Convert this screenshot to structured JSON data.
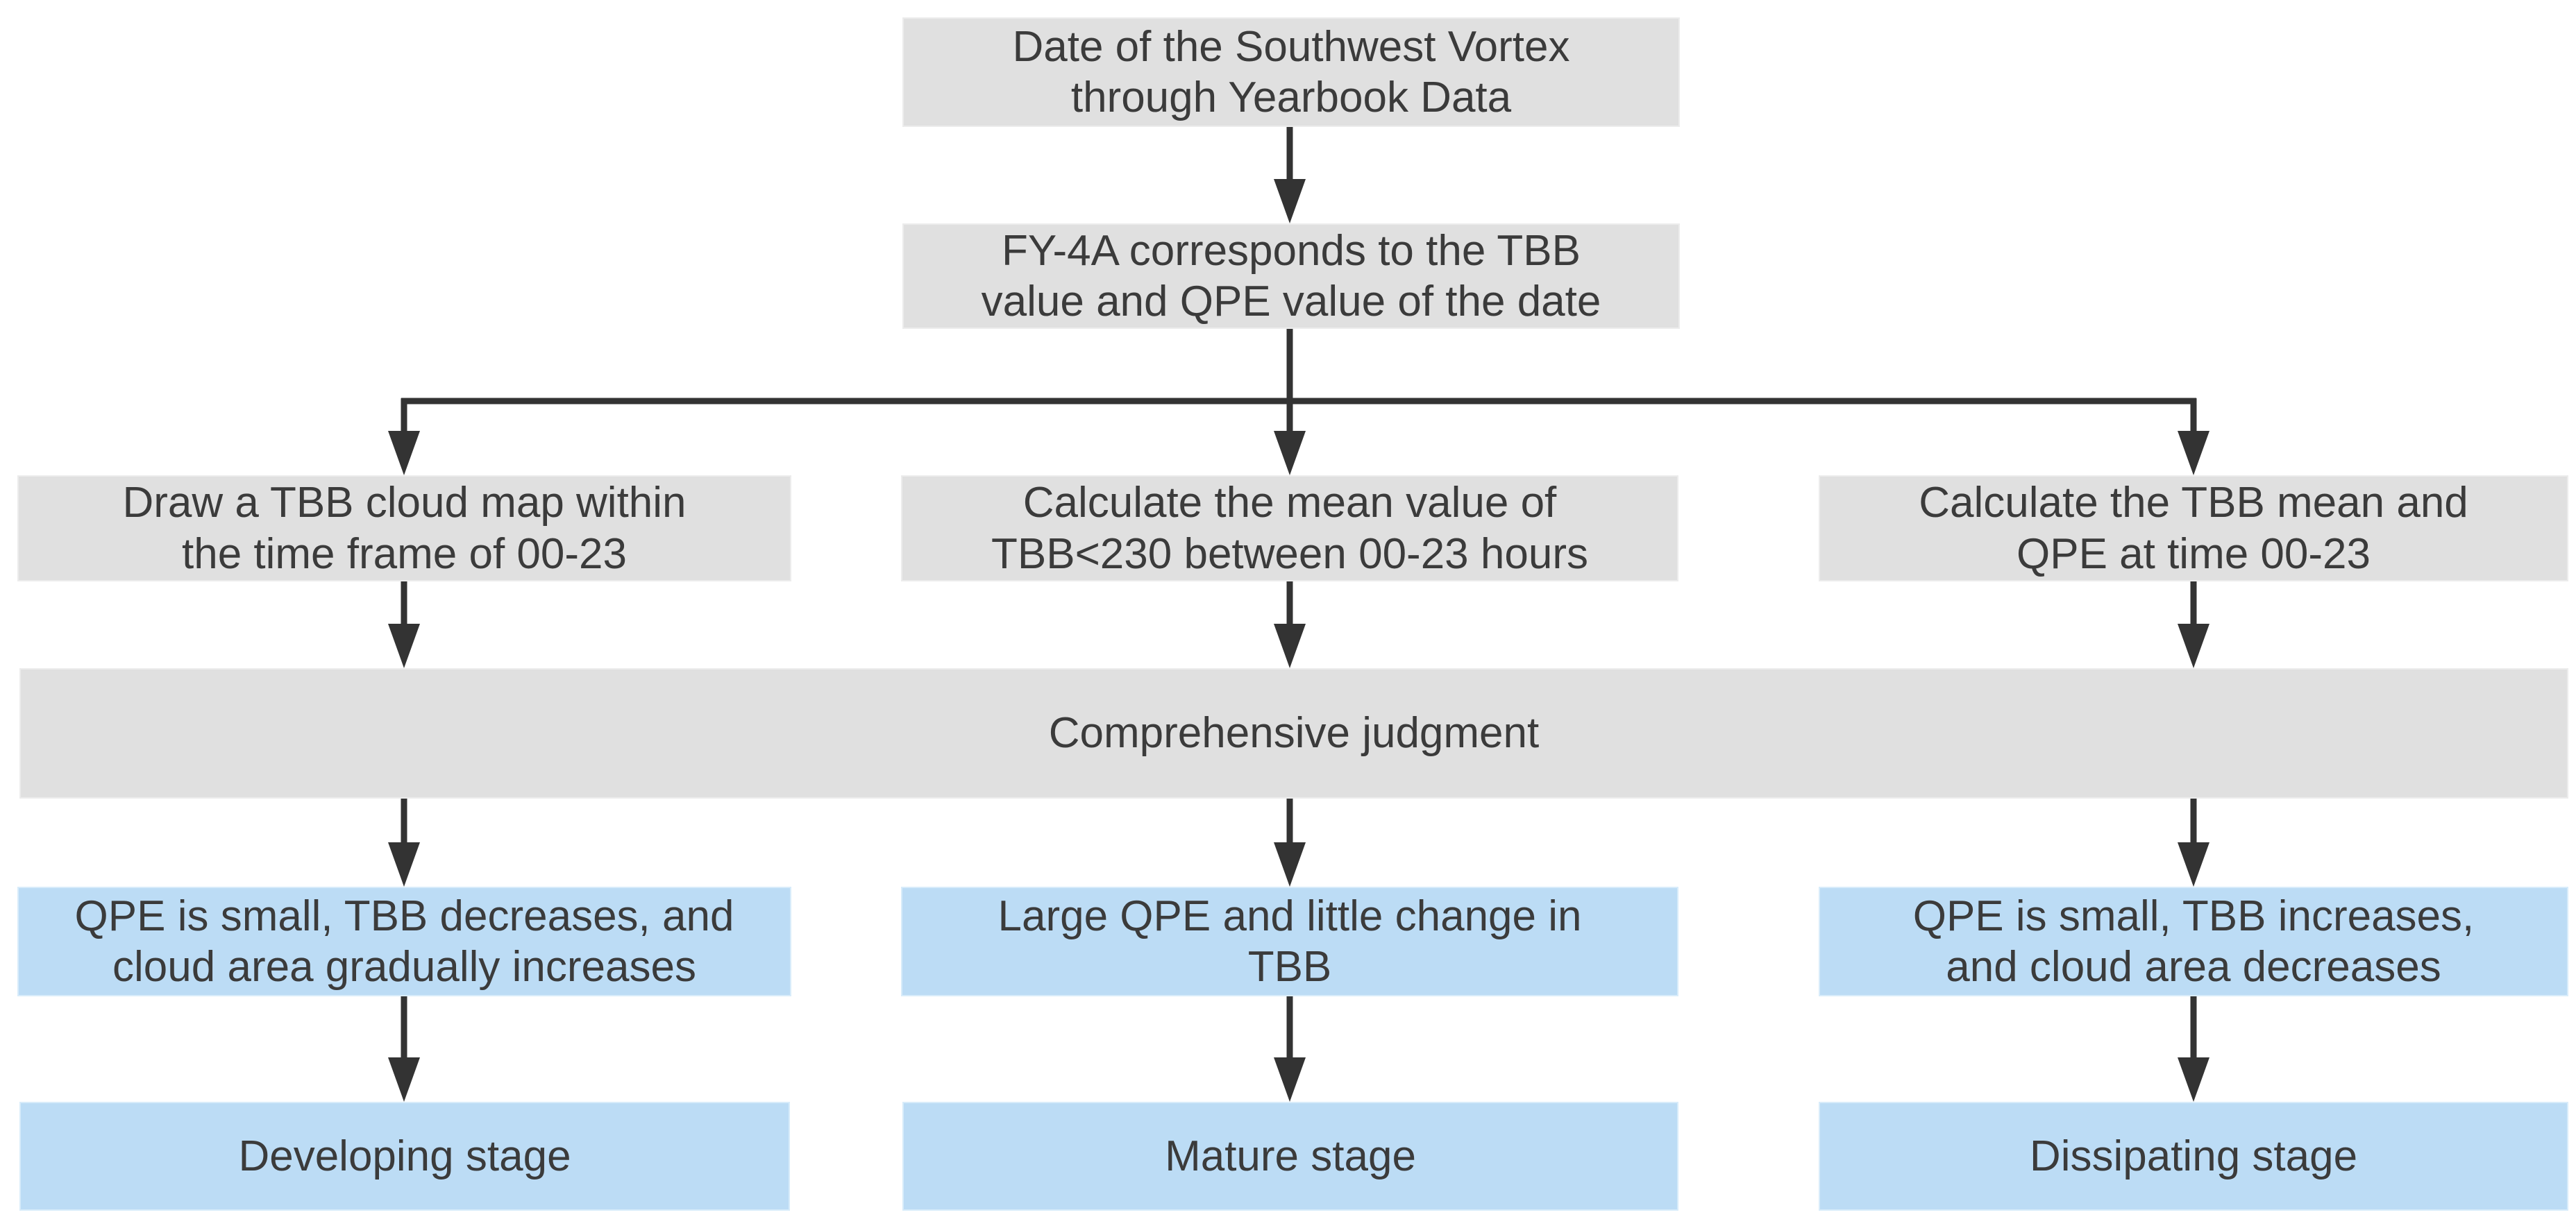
{
  "diagram": {
    "type": "flowchart",
    "subject": "Southwest Vortex stage identification using FY-4A TBB and QPE data",
    "colors": {
      "process_box": "#e0e0e0",
      "result_box": "#bcdcf5",
      "arrow": "#333333",
      "text": "#3b3b3b",
      "background": "#ffffff"
    },
    "nodes": [
      {
        "id": "yearbook",
        "type": "gray",
        "text": "Date of the Southwest Vortex\nthrough Yearbook Data"
      },
      {
        "id": "fy4a-mapping",
        "type": "gray",
        "text": "FY-4A corresponds to the TBB\nvalue and QPE value of the date"
      },
      {
        "id": "draw-tbb-map",
        "type": "gray",
        "text": "Draw a TBB cloud map within\nthe time frame of 00-23"
      },
      {
        "id": "mean-tbb",
        "type": "gray",
        "text": "Calculate the mean value of\nTBB<230 between 00-23 hours"
      },
      {
        "id": "tbb-qpe-mean",
        "type": "gray",
        "text": "Calculate the TBB mean and\nQPE at time 00-23"
      },
      {
        "id": "judgment",
        "type": "gray",
        "text": "Comprehensive judgment"
      },
      {
        "id": "developing-cond",
        "type": "blue",
        "text": "QPE is small, TBB decreases, and\ncloud area gradually increases"
      },
      {
        "id": "mature-cond",
        "type": "blue",
        "text": "Large QPE and little change in\nTBB"
      },
      {
        "id": "dissipating-cond",
        "type": "blue",
        "text": "QPE is small, TBB increases,\nand cloud area decreases"
      },
      {
        "id": "developing-stage",
        "type": "blue",
        "text": "Developing stage"
      },
      {
        "id": "mature-stage",
        "type": "blue",
        "text": "Mature stage"
      },
      {
        "id": "dissipating-stage",
        "type": "blue",
        "text": "Dissipating stage"
      }
    ],
    "edges": [
      "yearbook -> fy4a-mapping",
      "fy4a-mapping -> draw-tbb-map",
      "fy4a-mapping -> mean-tbb",
      "fy4a-mapping -> tbb-qpe-mean",
      "draw-tbb-map -> judgment",
      "mean-tbb -> judgment",
      "tbb-qpe-mean -> judgment",
      "judgment -> developing-cond",
      "judgment -> mature-cond",
      "judgment -> dissipating-cond",
      "developing-cond -> developing-stage",
      "mature-cond -> mature-stage",
      "dissipating-cond -> dissipating-stage"
    ]
  }
}
